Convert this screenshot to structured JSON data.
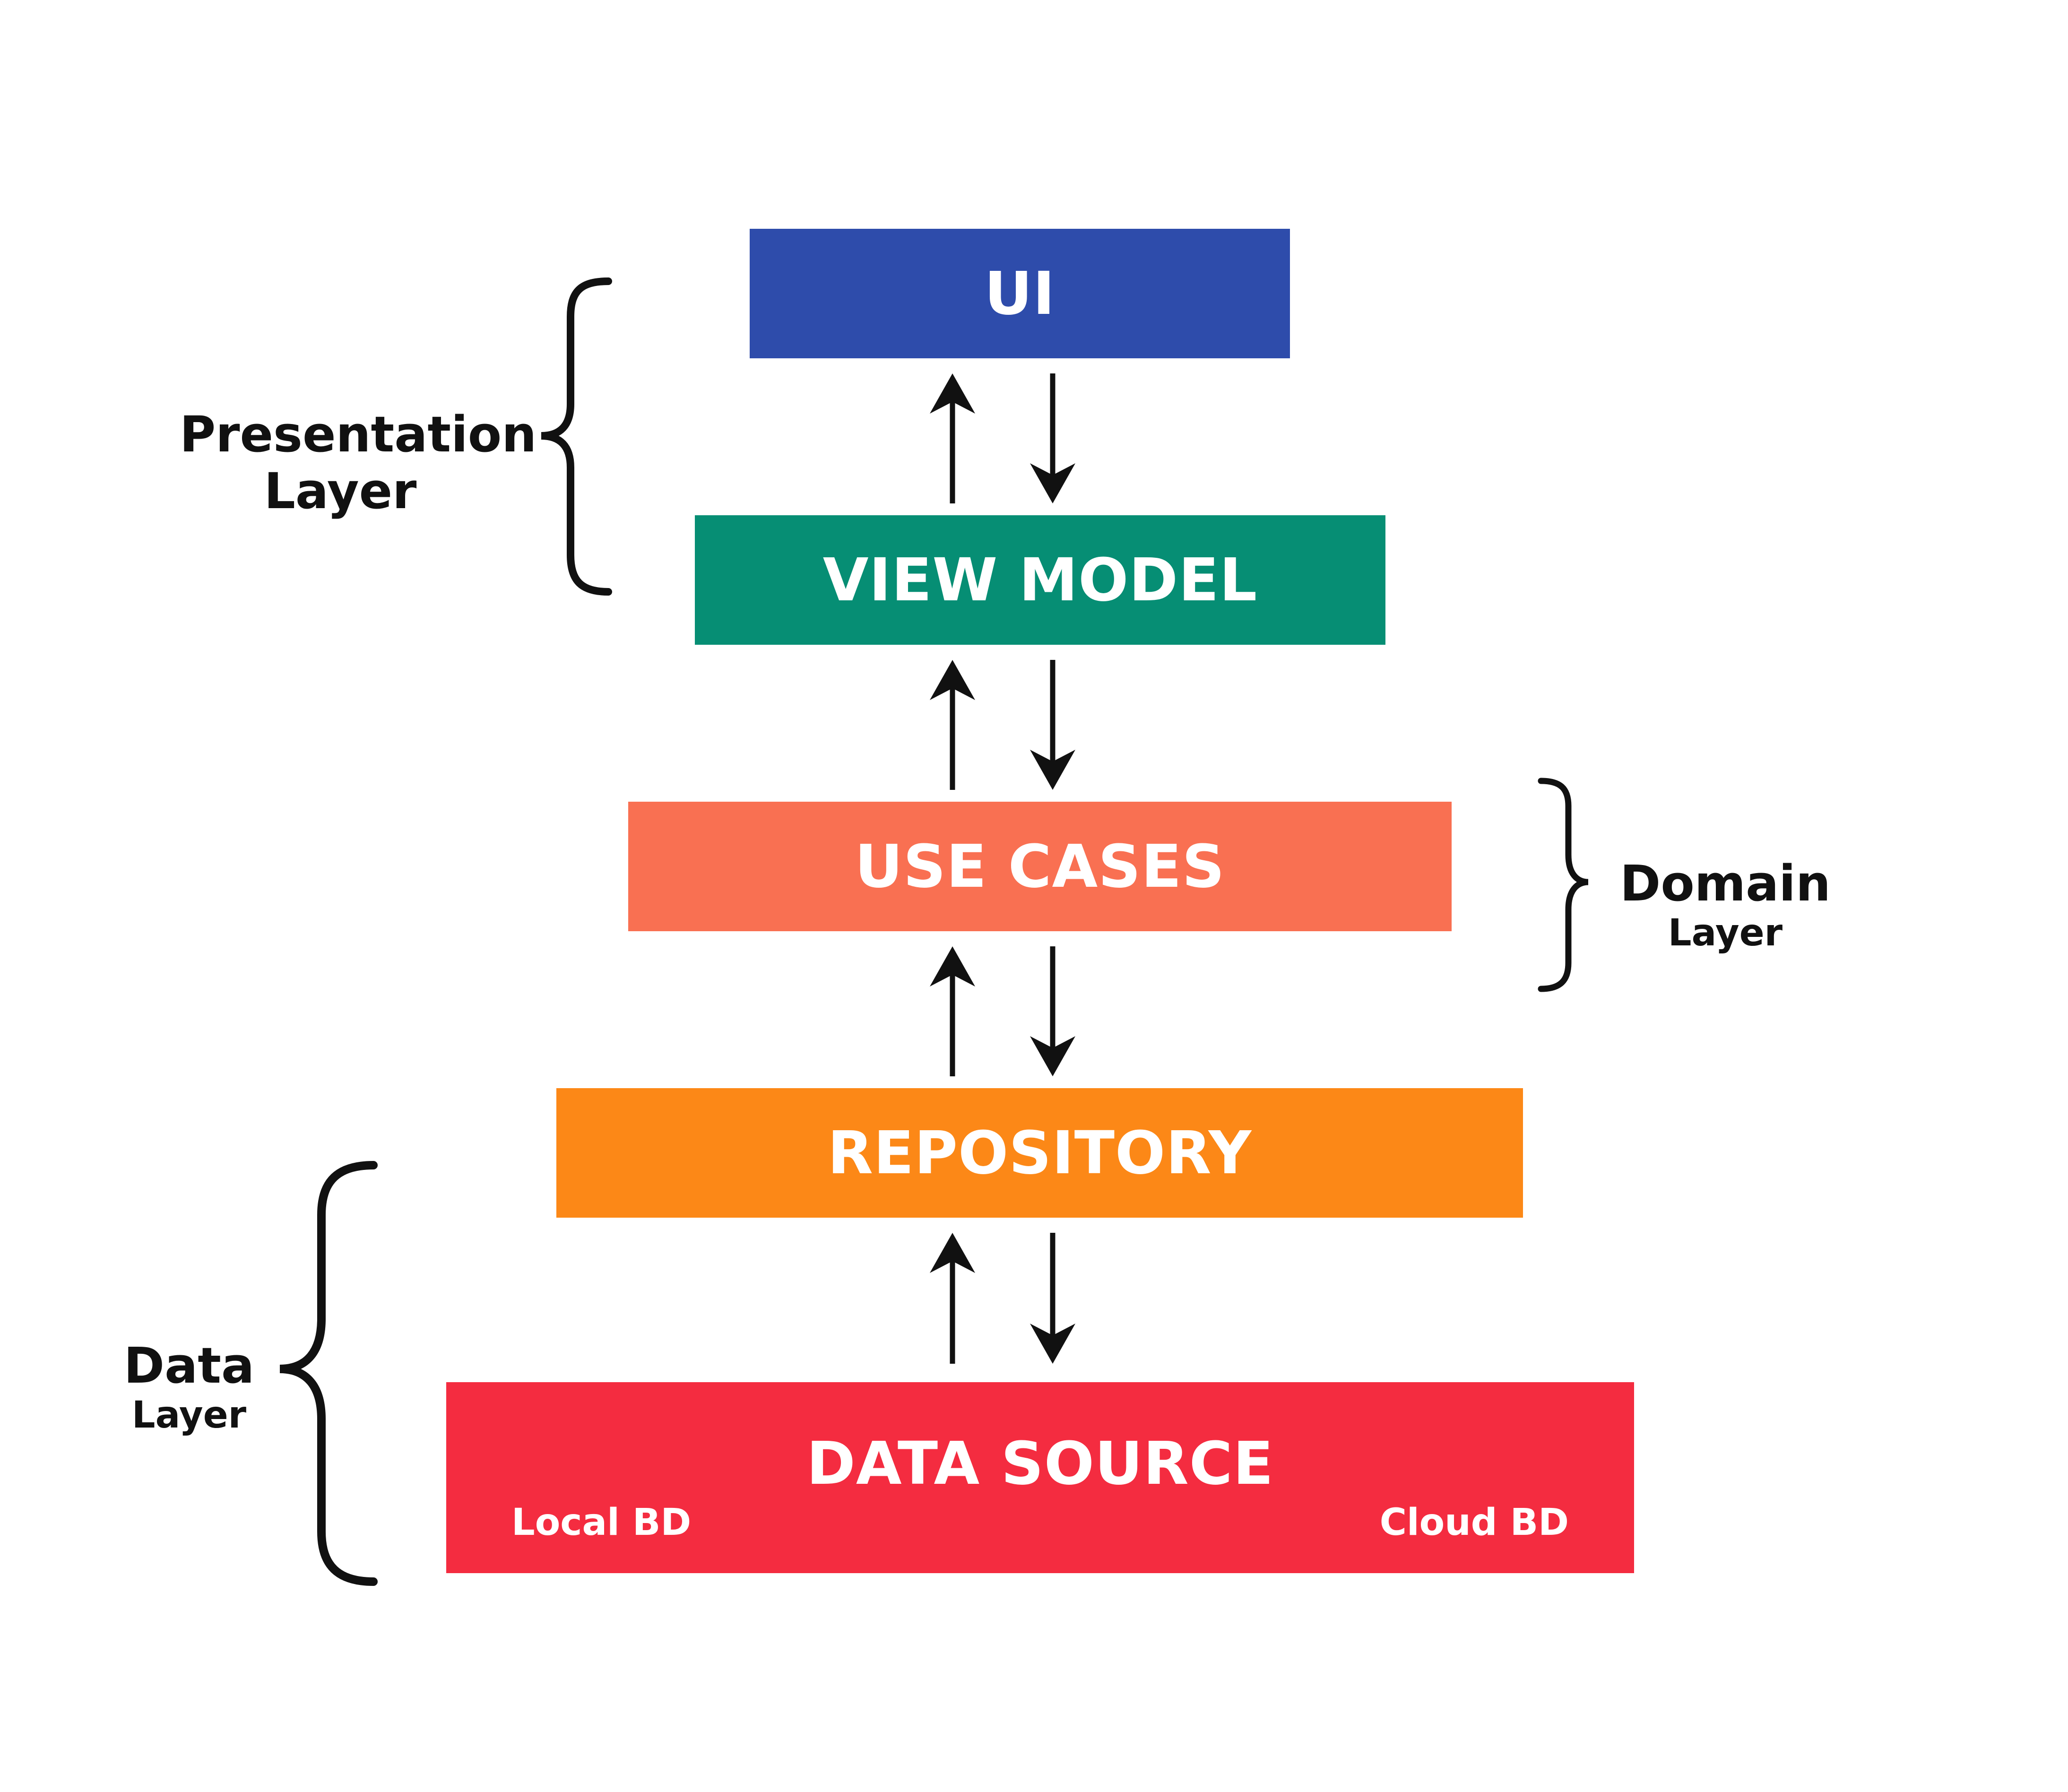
{
  "boxes": {
    "ui": {
      "label": "UI",
      "color": "#2E4CAB"
    },
    "view_model": {
      "label": "VIEW MODEL",
      "color": "#068E74"
    },
    "use_cases": {
      "label": "USE CASES",
      "color": "#F97052"
    },
    "repository": {
      "label": "REPOSITORY",
      "color": "#FC8817"
    },
    "data_source": {
      "label": "DATA SOURCE",
      "local": "Local BD",
      "cloud": "Cloud BD",
      "color": "#F42C40"
    }
  },
  "layers": {
    "presentation": {
      "main": "Presentation",
      "sub": "Layer"
    },
    "domain": {
      "main": "Domain",
      "sub": "Layer"
    },
    "data": {
      "main": "Data",
      "sub": "Layer"
    }
  }
}
